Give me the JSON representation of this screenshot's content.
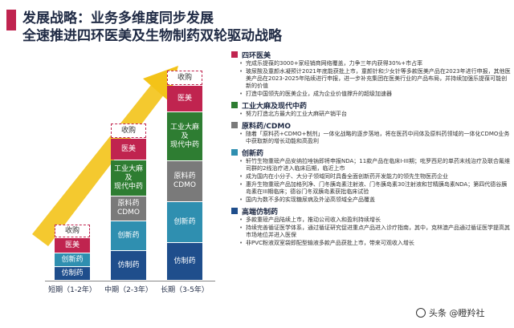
{
  "title": {
    "line1": "发展战略：业务多维度同步发展",
    "line2": "全速推进四环医美及生物制药双轮驱动战略"
  },
  "colors": {
    "accent": "#c0244f",
    "navy": "#1f2a44",
    "medical_aesthetics": "#c0244f",
    "modern_tcm": "#2e7d32",
    "api_cdmo": "#7a7a7a",
    "innovative_drugs": "#2f8fb0",
    "generic_drugs": "#1f4e8c",
    "arrow": "#f3c318"
  },
  "chart_data": {
    "type": "bar",
    "stacked": true,
    "categories": [
      "短期（1-2年）",
      "中期（2-3年）",
      "长期（3-5年）"
    ],
    "segments": [
      {
        "name": "仿制药",
        "values": [
          1,
          1,
          1
        ]
      },
      {
        "name": "创新药",
        "values": [
          1,
          1,
          1
        ]
      },
      {
        "name": "原料药/CDMO",
        "values": [
          0,
          1,
          1
        ]
      },
      {
        "name": "工业大麻及现代中药",
        "values": [
          0,
          1,
          1
        ]
      },
      {
        "name": "医美",
        "values": [
          1,
          1,
          1
        ]
      },
      {
        "name": "收购",
        "values": [
          1,
          1,
          1
        ]
      }
    ],
    "segment_labels": {
      "仿制药": "仿制药",
      "创新药": "创新药",
      "原料药/CDMO": "原料药/CDMO",
      "工业大麻及现代中药": "工业大麻及现代中药",
      "医美": "医美",
      "收购": "收购"
    }
  },
  "sections": [
    {
      "title": "四环医美",
      "color": "#c0244f",
      "bullets": [
        "完成乐提葆的3000+家经销商网络覆盖，力争三年内获得30%+市占率",
        "玻尿酸及童颜水凝预计2021年底能获批上市，童颜针和少女针等多款医美产品在2023年进行申报，其他医美产品在2023-2025年陆续进行申报，进一步补充集团在医美行业的产品布局，并持续加强乐提葆可能创新的价值",
        "打造中国领先的医美企业，成为企业价值撑升的超级加速器"
      ]
    },
    {
      "title": "工业大麻及现代中药",
      "color": "#2e7d32",
      "bullets": [
        "努力打造北方最大的工业大麻研产销平台"
      ]
    },
    {
      "title": "原料药/CDMO",
      "color": "#7a7a7a",
      "bullets": [
        "随着「原料药+CDMO+制剂」一体化战略的逐步落地，将在医药中间体及原料药领域的一体化CDMO业务中获取新的增长动能和高盈利"
      ]
    },
    {
      "title": "创新药",
      "color": "#2f8fb0",
      "bullets": [
        "轩竹生物重磅产品安纳拉唑钠即将申报NDA；11款产品在临床I-III期；吡罗西尼的单药末线治疗及联合氟维司群的2线治疗进入临床后期，临近上市",
        "成为国内在小分子、大分子领域同时具备全面创新药开发能力的领先生物医药企业",
        "惠升生物重磅产品加格列净、门冬胰岛素注射液、门冬胰岛素30注射液和甘精胰岛素NDA；第四代德谷胰岛素在III期临床；德谷门冬双胰岛素获批临床试验",
        "国内为数不多的实现糖尿病及外泌高领域全产品覆盖"
      ]
    },
    {
      "title": "高端仿制药",
      "color": "#1f4e8c",
      "bullets": [
        "多款重磅产品陆续上市，推动公司收入和盈利持续增长",
        "持续完善循证医学体系，通过循证研究促进重点产品进入诊疗指南，其中，克林澳产品通过循证医学提高其市场地位并进入医保",
        "非PVC粉液双室袋即配型输液多款产品获批上市，带来可观收入增长"
      ]
    }
  ],
  "watermark": "头条 @瞪羚社"
}
